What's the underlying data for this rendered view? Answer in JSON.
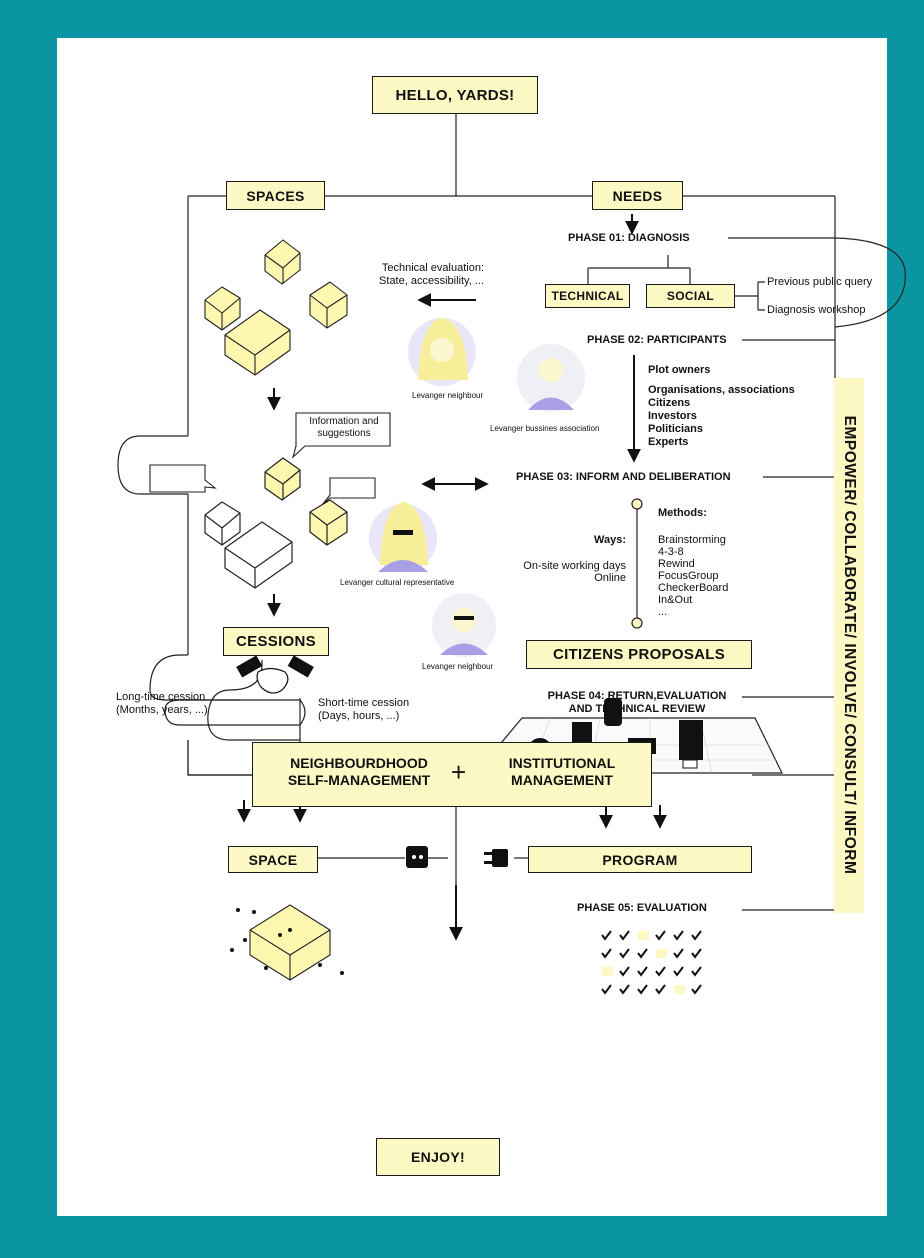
{
  "title": "HELLO, YARDS!",
  "spaces": "SPACES",
  "needs": "NEEDS",
  "phase01": "PHASE 01: DIAGNOSIS",
  "technical": "TECHNICAL",
  "social": "SOCIAL",
  "previous_query": "Previous public query",
  "diagnosis_workshop": "Diagnosis workshop",
  "technical_evaluation": [
    "Technical evaluation:",
    "State, accessibility, ..."
  ],
  "phase02": "PHASE 02: PARTICIPANTS",
  "plot_owners": "Plot owners",
  "participants": [
    "Organisations, associations",
    "Citizens",
    "Investors",
    "Politicians",
    "Experts"
  ],
  "info_suggestions": [
    "Information and",
    "suggestions"
  ],
  "persona_labels": {
    "neighbour_1": "Levanger neighbour",
    "business": "Levanger bussines association",
    "cultural": "Levanger cultural representative",
    "neighbour_2": "Levanger neighbour"
  },
  "phase03": "PHASE 03: INFORM AND DELIBERATION",
  "methods_title": "Methods:",
  "methods": [
    "Brainstorming",
    "4-3-8",
    "Rewind",
    "FocusGroup",
    "CheckerBoard",
    "In&Out",
    "..."
  ],
  "ways_title": "Ways:",
  "ways": [
    "On-site working days",
    "Online"
  ],
  "cessions": "CESSIONS",
  "citizens_proposals": "CITIZENS PROPOSALS",
  "long_cession": [
    "Long-time cession",
    "(Months, years, ...)"
  ],
  "short_cession": [
    "Short-time cession",
    "(Days, hours, ...)"
  ],
  "phase04": [
    "PHASE 04: RETURN,EVALUATION",
    "AND TECHNICAL REVIEW"
  ],
  "space": "SPACE",
  "program": "PROGRAM",
  "phase05": "PHASE 05: EVALUATION",
  "participation_levels": "EMPOWER/ COLLABORATE/ INVOLVE/ CONSULT/ INFORM",
  "neighbourhood": [
    "NEIGHBOURDHOOD",
    "SELF-MANAGEMENT"
  ],
  "plus": "+",
  "institutional": [
    "INSTITUTIONAL",
    "MANAGEMENT"
  ],
  "enjoy": "ENJOY!",
  "colors": {
    "background": "#0b95a3",
    "sheet": "#ffffff",
    "highlight": "#fdf9c4",
    "avatar_yellow": "#f7ee9a",
    "avatar_purple": "#a99fe6",
    "ink": "#1a1a1a"
  }
}
